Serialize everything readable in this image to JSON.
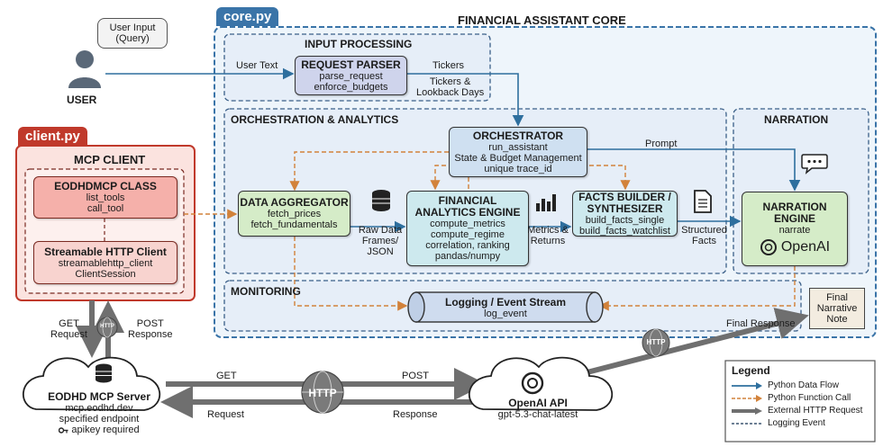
{
  "user": {
    "bubble": "User Input\n(Query)",
    "label": "USER"
  },
  "core": {
    "tab": "core.py",
    "title": "FINANCIAL ASSISTANT CORE"
  },
  "input_processing": {
    "title": "INPUT PROCESSING",
    "parser": {
      "title": "REQUEST PARSER",
      "lines": [
        "parse_request",
        "enforce_budgets"
      ]
    },
    "user_text": "User Text",
    "tickers": "Tickers",
    "tickers_lookback": "Tickers &\nLookback Days"
  },
  "orchestration": {
    "title": "ORCHESTRATION & ANALYTICS",
    "orchestrator": {
      "title": "ORCHESTRATOR",
      "lines": [
        "run_assistant",
        "State & Budget Management",
        "unique trace_id"
      ]
    },
    "aggregator": {
      "title": "DATA AGGREGATOR",
      "lines": [
        "fetch_prices",
        "fetch_fundamentals"
      ]
    },
    "engine": {
      "title": "FINANCIAL\nANALYTICS ENGINE",
      "lines": [
        "compute_metrics",
        "compute_regime",
        "correlation, ranking",
        "pandas/numpy"
      ]
    },
    "facts": {
      "title": "FACTS BUILDER /\nSYNTHESIZER",
      "lines": [
        "build_facts_single",
        "build_facts_watchlist"
      ]
    },
    "raw_data": "Raw Data\nFrames/\nJSON",
    "metrics": "Metrics &\nReturns",
    "structured": "Structured\nFacts",
    "prompt": "Prompt"
  },
  "narration": {
    "title": "NARRATION",
    "engine": {
      "title": "NARRATION\nENGINE",
      "lines": [
        "narrate"
      ]
    },
    "openai_logo": "OpenAI"
  },
  "monitoring": {
    "title": "MONITORING",
    "logging": {
      "title": "Logging / Event Stream",
      "lines": [
        "log_event"
      ]
    }
  },
  "final_note": "Final\nNarrative\nNote",
  "final_response": "Final Response",
  "client": {
    "tab": "client.py",
    "title": "MCP CLIENT",
    "eodhd_class": {
      "title": "EODHDMCP CLASS",
      "lines": [
        "list_tools",
        "call_tool"
      ]
    },
    "http_client": {
      "title": "Streamable HTTP Client",
      "lines": [
        "streamablehttp_client",
        "ClientSession"
      ]
    }
  },
  "http_labels": {
    "get_request": "GET\nRequest",
    "post_response": "POST\nResponse",
    "get": "GET",
    "post": "POST",
    "request": "Request",
    "response": "Response",
    "http": "HTTP"
  },
  "eodhd_server": {
    "title": "EODHD MCP Server",
    "lines": [
      "mcp.eodhd.dev",
      "specified endpoint",
      "apikey required"
    ]
  },
  "openai_api": {
    "title": "OpenAI API",
    "lines": [
      "gpt-5.3-chat-latest"
    ]
  },
  "legend": {
    "title": "Legend",
    "items": [
      {
        "label": "Python Data Flow",
        "style": "data-flow",
        "color": "#2e6f9e"
      },
      {
        "label": "Python Function Call",
        "style": "function-call",
        "color": "#d2823a"
      },
      {
        "label": "External HTTP Request",
        "style": "http",
        "color": "#6f6f6f"
      },
      {
        "label": "Logging Event",
        "style": "logging",
        "color": "#3b5570"
      }
    ]
  },
  "colors": {
    "core_border": "#3a74a8",
    "core_tab": "#3a74a8",
    "client_tab": "#c0392b",
    "client_bg": "#fbe3df",
    "parser_bg": "#cfd4ec",
    "orch_bg": "#cfe0f1",
    "green_bg": "#d5ecc8",
    "teal_bg": "#cde9ee",
    "flow_blue": "#2e6f9e",
    "call_orange": "#d2823a",
    "http_gray": "#6f6f6f"
  }
}
